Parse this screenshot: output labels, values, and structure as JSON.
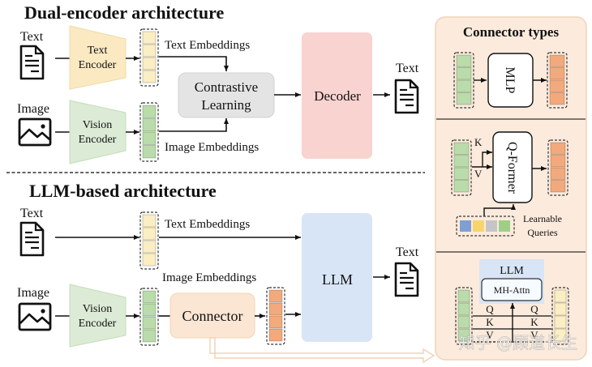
{
  "dual": {
    "title": "Dual-encoder architecture",
    "text_input": "Text",
    "image_input": "Image",
    "text_encoder": [
      "Text",
      "Encoder"
    ],
    "vision_encoder": [
      "Vision",
      "Encoder"
    ],
    "text_emb": "Text Embeddings",
    "image_emb": "Image Embeddings",
    "contrastive": [
      "Contrastive",
      "Learning"
    ],
    "decoder": "Decoder",
    "output": "Text"
  },
  "llm": {
    "title": "LLM-based architecture",
    "text_input": "Text",
    "image_input": "Image",
    "vision_encoder": [
      "Vision",
      "Encoder"
    ],
    "text_emb": "Text Embeddings",
    "image_emb": "Image Embeddings",
    "connector": "Connector",
    "llm": "LLM",
    "output": "Text"
  },
  "connector_types": {
    "title": "Connector types",
    "mlp": "MLP",
    "qformer": "Q-Former",
    "k": "K",
    "v": "V",
    "learnable": [
      "Learnable",
      "Queries"
    ],
    "llm": "LLM",
    "mh_attn": "MH-Attn",
    "q": "Q"
  },
  "watermark": "知乎 @顾道长生",
  "colors": {
    "text_emb": "#fbeec3",
    "image_emb": "#b9dcaa",
    "conn_out": "#f2a97c",
    "text_encoder": "#fbe9c2",
    "vision_encoder": "#dcebd6",
    "contrastive": "#e4e4e4",
    "decoder": "#f8d3d0",
    "llm": "#d8e5f6",
    "connector": "#fbe6d3",
    "panel": "#fcebdc",
    "q_blue": "#7f9fd2",
    "q_yellow": "#f7d56a",
    "q_gray": "#c5c5c9",
    "q_green": "#9ecf85"
  }
}
